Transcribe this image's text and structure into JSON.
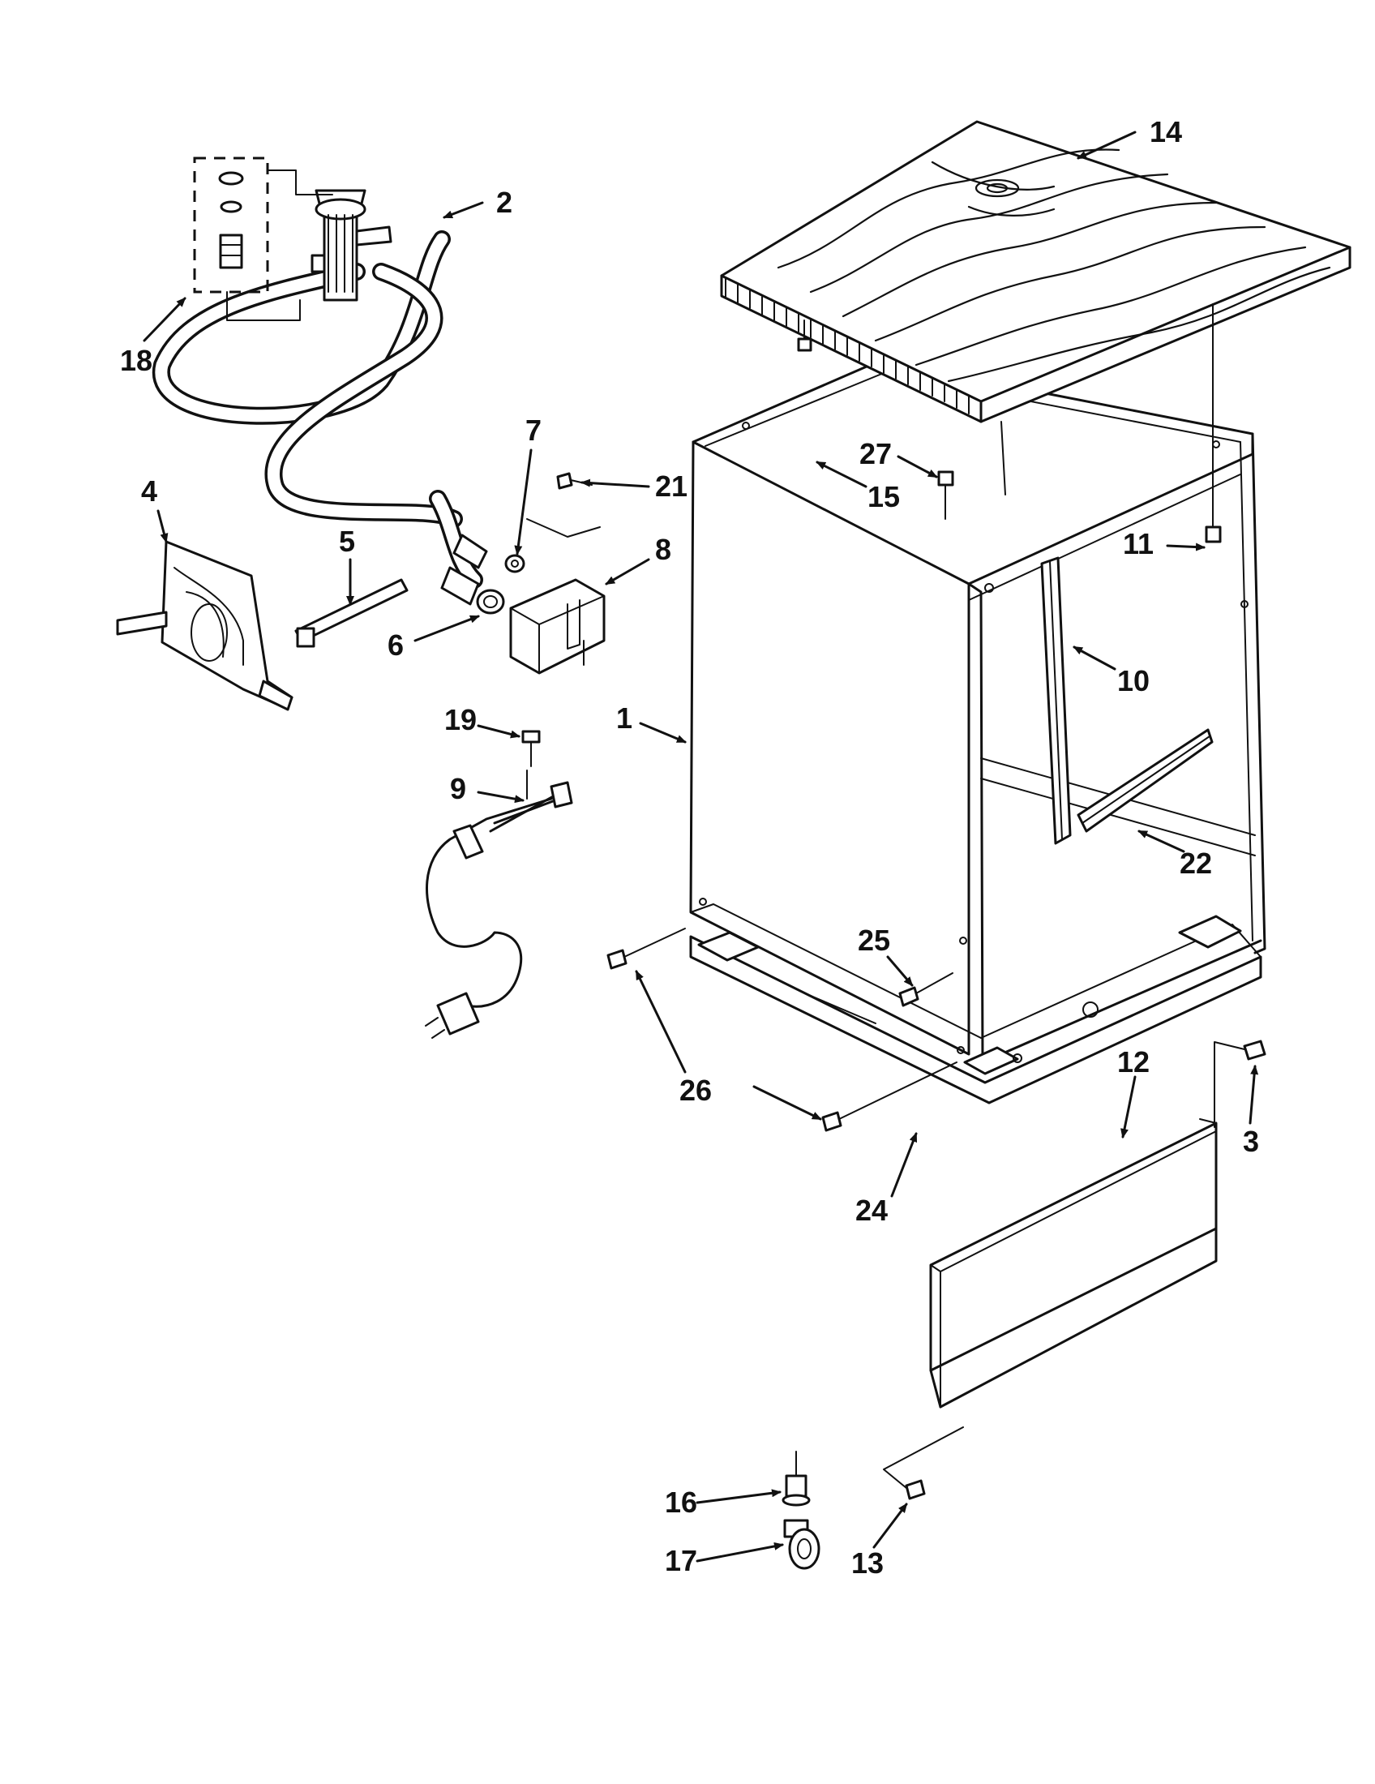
{
  "callouts": {
    "c1": "1",
    "c2": "2",
    "c3": "3",
    "c4": "4",
    "c5": "5",
    "c6": "6",
    "c7": "7",
    "c8": "8",
    "c9": "9",
    "c10": "10",
    "c11": "11",
    "c12": "12",
    "c13": "13",
    "c14": "14",
    "c15": "15",
    "c16": "16",
    "c17": "17",
    "c18": "18",
    "c19": "19",
    "c21": "21",
    "c22": "22",
    "c24": "24",
    "c25": "25",
    "c26": "26",
    "c27": "27"
  },
  "colors": {
    "ink": "#111111",
    "paper": "#ffffff"
  }
}
